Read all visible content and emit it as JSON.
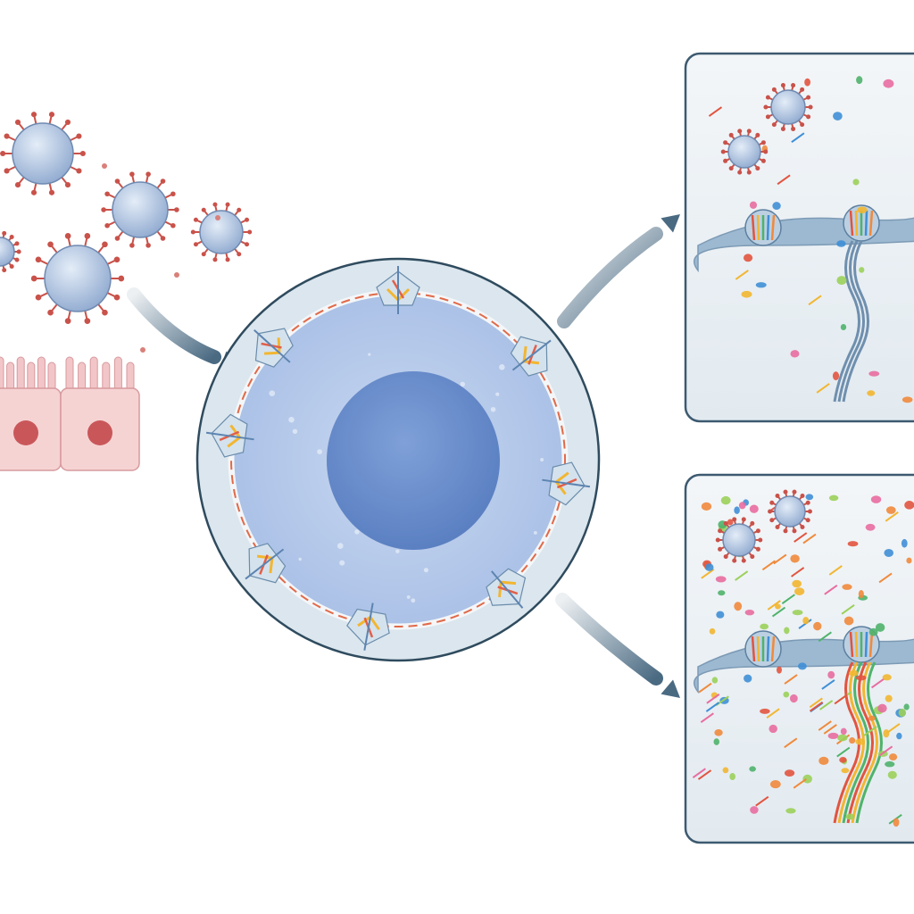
{
  "colors": {
    "background": "#ffffff",
    "virus_body": "#a9c0dc",
    "virus_spike": "#c9524a",
    "epithelial_cell": "#f6d3d3",
    "epithelial_nucleus": "#c9575a",
    "cell_outer": "#dbe6ee",
    "cell_inner": "#b9cdea",
    "nucleus": "#6f93cf",
    "membrane": "#e06a4a",
    "arrow": "#4a6a82",
    "panel_border": "#3d5a70",
    "panel_fill": "#eef3f6",
    "channel": "#8fb0cc"
  },
  "icons": [
    "virus-particle",
    "epithelial-cell",
    "host-cell",
    "membrane-receptor",
    "arrow",
    "membrane-channel"
  ],
  "panels": [
    {
      "name": "mild-response-panel"
    },
    {
      "name": "strong-response-panel"
    }
  ]
}
